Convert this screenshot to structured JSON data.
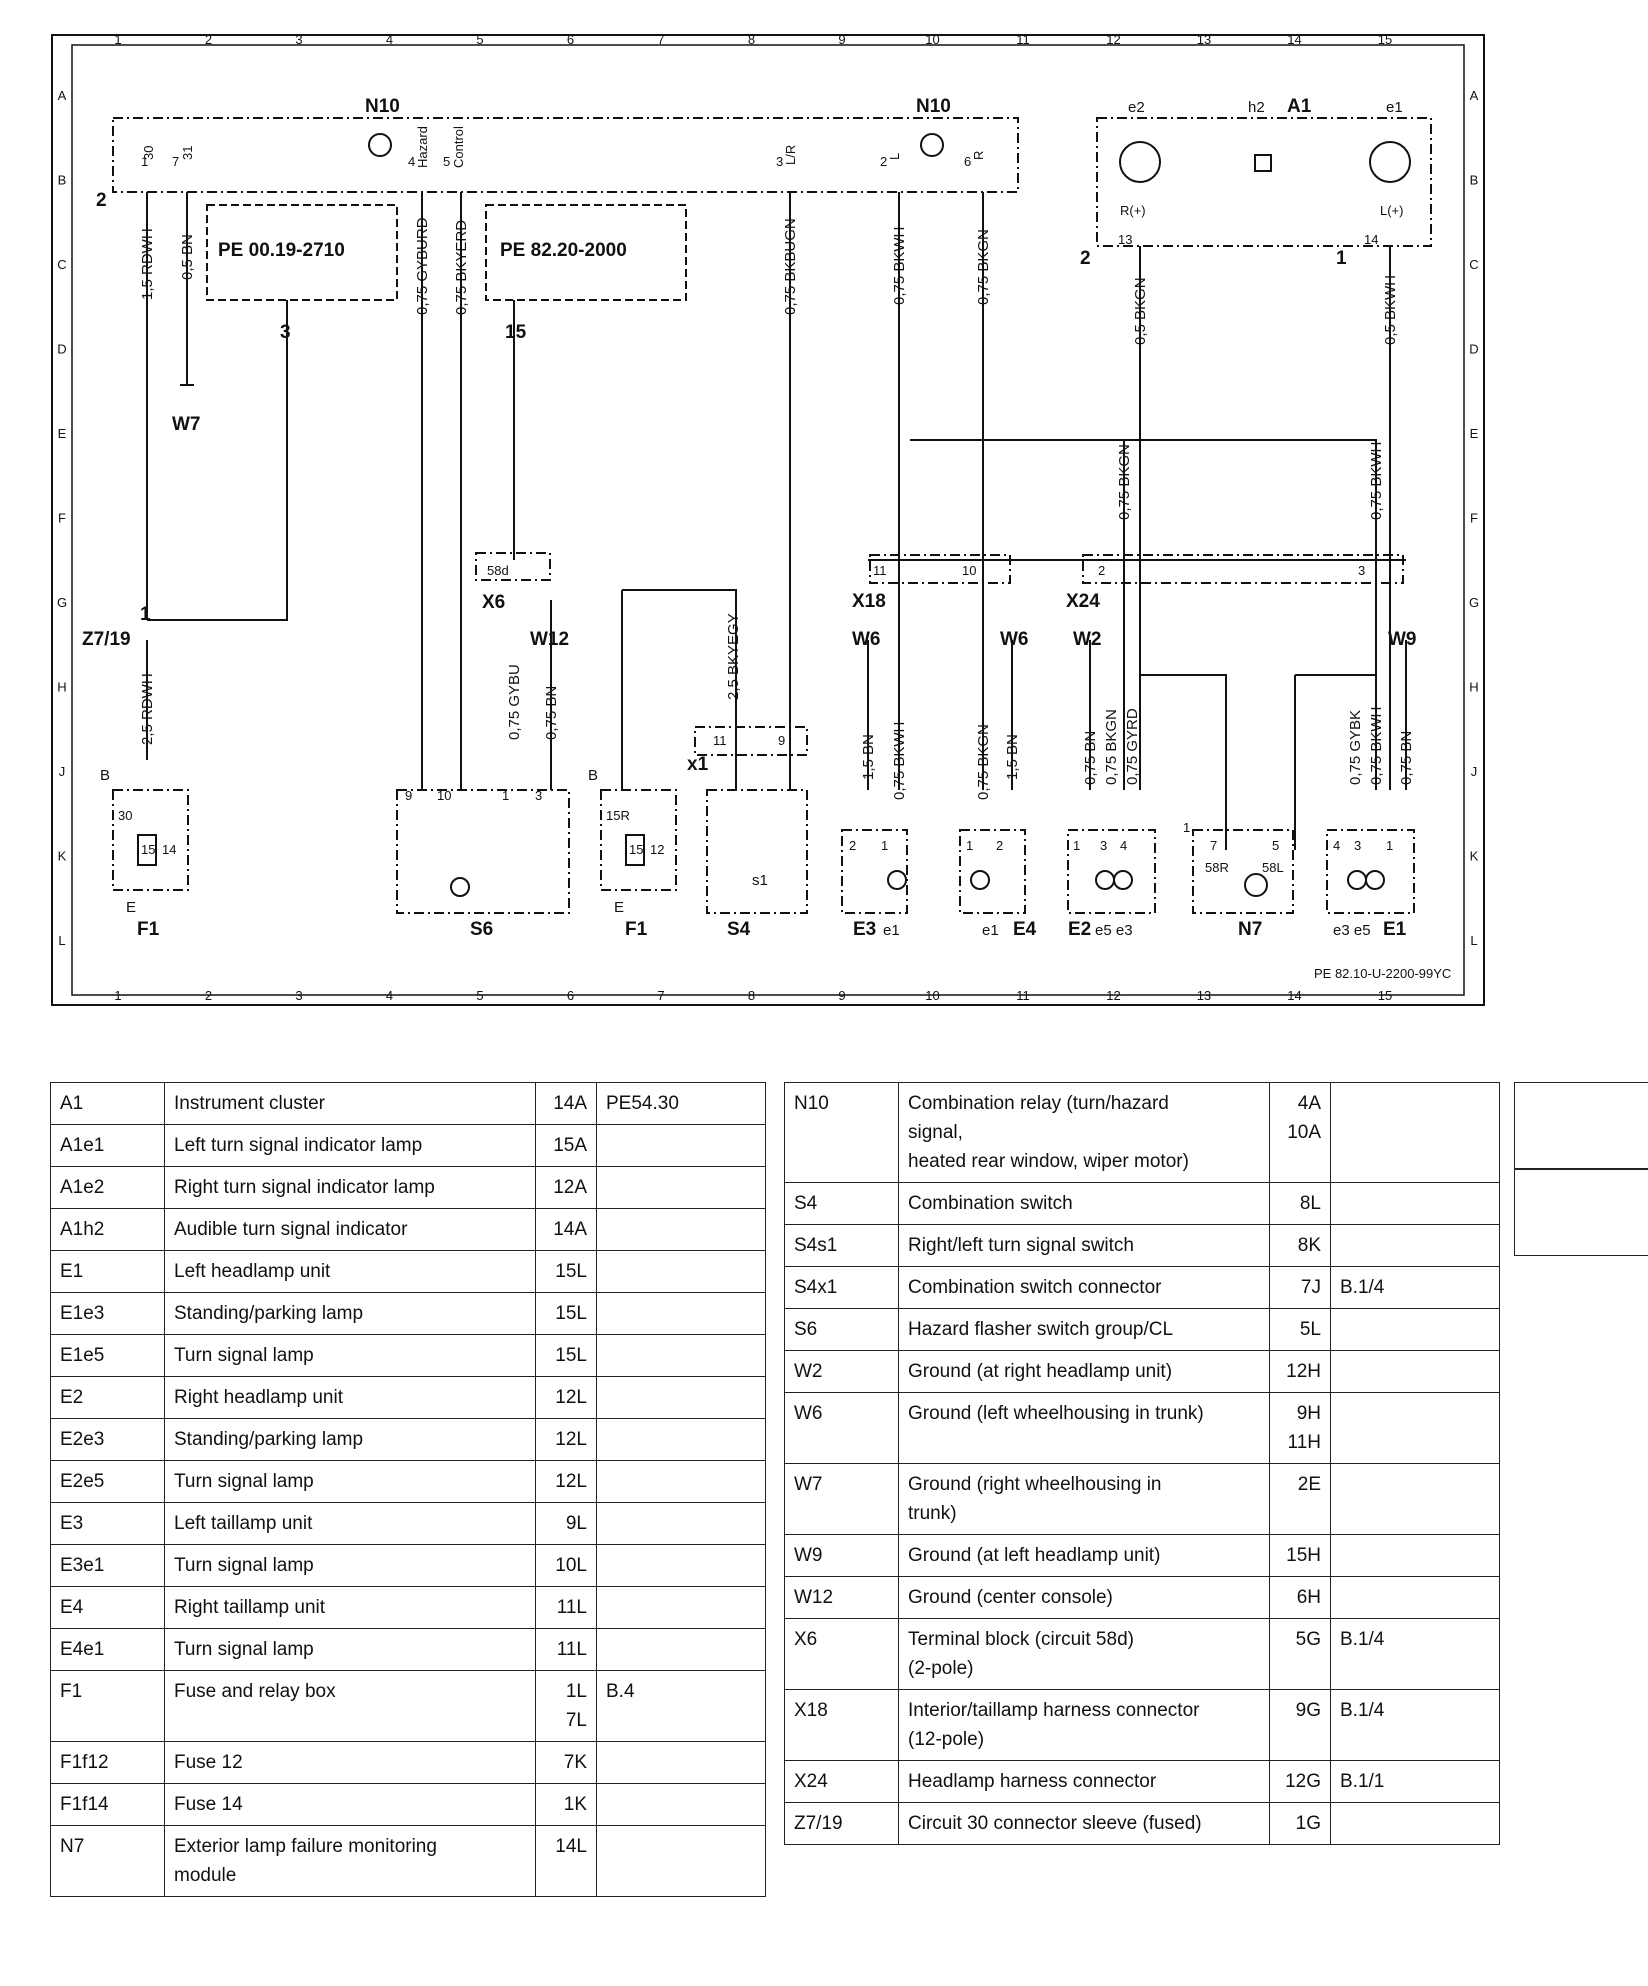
{
  "diagram": {
    "grid_cols": [
      "1",
      "2",
      "3",
      "4",
      "5",
      "6",
      "7",
      "8",
      "9",
      "10",
      "11",
      "12",
      "13",
      "14",
      "15"
    ],
    "grid_rows": [
      "A",
      "B",
      "C",
      "D",
      "E",
      "F",
      "G",
      "H",
      "J",
      "K",
      "L"
    ],
    "footer_code": "PE 82.10-U-2200-99YC",
    "components": {
      "n10_left": "N10",
      "n10_right": "N10",
      "a1": "A1",
      "a1_h2": "h2",
      "a1_e2": "e2",
      "a1_e1": "e1",
      "w7": "W7",
      "z719": "Z7/19",
      "z719_pin": "1",
      "f1_left": "F1",
      "f1_right": "F1",
      "s6": "S6",
      "s4": "S4",
      "x6": "X6",
      "w12": "W12",
      "x18": "X18",
      "x24": "X24",
      "w6_left": "W6",
      "w6_right": "W6",
      "w2": "W2",
      "w9": "W9",
      "x1": "x1",
      "s1": "s1",
      "e3": "E3",
      "e3_e1": "e1",
      "e4": "E4",
      "e4_e1": "e1",
      "e2": "E2",
      "e2_e5e3": "e5 e3",
      "n7": "N7",
      "e1": "E1",
      "e1_e3e5": "e3 e5"
    },
    "refs": {
      "pe1": "PE 00.19-2710",
      "pe1_num": "3",
      "pe2": "PE 82.20-2000",
      "pe2_num": "15"
    },
    "n10_pins": {
      "p30": "30",
      "p31": "31",
      "hazard": "Hazard",
      "control": "Control",
      "lr": "L/R",
      "l": "L",
      "r": "R",
      "n1": "1",
      "n7": "7",
      "n4": "4",
      "n5": "5",
      "n3": "3",
      "n2": "2",
      "n6": "6",
      "conn": "2"
    },
    "a1_pins": {
      "r": "R(+)",
      "l": "L(+)",
      "n13": "13",
      "n14": "14",
      "c2": "2",
      "c1": "1"
    },
    "wires": {
      "w1": "1,5 RDWH",
      "w2": "0,5 BN",
      "w3": "0,75 GYBURD",
      "w4": "0,75 BKYERD",
      "w5": "0,75 BKBUGN",
      "w6": "0,75 BKWH",
      "w7": "0,75 BKGN",
      "w8": "0,5 BKGN",
      "w9": "0,5 BKWH",
      "w10": "2,5 RDWH",
      "w11": "2,5 BKYEGY",
      "w12": "0,75 GYBU",
      "w13": "0,75 BN",
      "w14": "0,75 BKGN",
      "w15": "0,75 BKWH",
      "w16": "1,5 BN",
      "w17": "0,75 BKWH",
      "w18": "0,75 BKGN",
      "w19": "1,5 BN",
      "w20": "0,75 BN",
      "w21": "0,75 BKGN",
      "w22": "0,75 GYRD",
      "w23": "0,75 GYBK",
      "w24": "0,75 BKWH",
      "w25": "0,75 BN"
    },
    "pins": {
      "x18_11": "11",
      "x18_10": "10",
      "x24_2": "2",
      "x24_3": "3",
      "x6_58d": "58d",
      "x1_11": "11",
      "x1_9": "9",
      "f1_b": "B",
      "f1_e": "E",
      "f1_30": "30",
      "f1_15": "15",
      "f1_14": "14",
      "f1_15r": "15R",
      "f1_15b": "15",
      "f1_12": "12",
      "f1r_b": "B",
      "f1r_e": "E",
      "s6_9": "9",
      "s6_10": "10",
      "s6_1": "1",
      "s6_3": "3",
      "e3_2": "2",
      "e3_1": "1",
      "e4_1": "1",
      "e4_2": "2",
      "e2_1": "1",
      "e2_3": "3",
      "e2_4": "4",
      "n7_1": "1",
      "n7_7": "7",
      "n7_5": "5",
      "n7_58r": "58R",
      "n7_58l": "58L",
      "e1_4": "4",
      "e1_3": "3",
      "e1_1": "1"
    }
  },
  "legend_left": [
    {
      "code": "A1",
      "desc": [
        "Instrument cluster"
      ],
      "loc": [
        "14A"
      ],
      "ref": "PE54.30"
    },
    {
      "code": "A1e1",
      "desc": [
        "Left turn signal indicator lamp"
      ],
      "loc": [
        "15A"
      ],
      "ref": ""
    },
    {
      "code": "A1e2",
      "desc": [
        "Right turn signal indicator lamp"
      ],
      "loc": [
        "12A"
      ],
      "ref": ""
    },
    {
      "code": "A1h2",
      "desc": [
        "Audible turn signal indicator"
      ],
      "loc": [
        "14A"
      ],
      "ref": ""
    },
    {
      "code": "E1",
      "desc": [
        "Left headlamp unit"
      ],
      "loc": [
        "15L"
      ],
      "ref": ""
    },
    {
      "code": "E1e3",
      "desc": [
        "Standing/parking lamp"
      ],
      "loc": [
        "15L"
      ],
      "ref": ""
    },
    {
      "code": "E1e5",
      "desc": [
        "Turn signal lamp"
      ],
      "loc": [
        "15L"
      ],
      "ref": ""
    },
    {
      "code": "E2",
      "desc": [
        "Right headlamp unit"
      ],
      "loc": [
        "12L"
      ],
      "ref": ""
    },
    {
      "code": "E2e3",
      "desc": [
        "Standing/parking lamp"
      ],
      "loc": [
        "12L"
      ],
      "ref": ""
    },
    {
      "code": "E2e5",
      "desc": [
        "Turn signal lamp"
      ],
      "loc": [
        "12L"
      ],
      "ref": ""
    },
    {
      "code": "E3",
      "desc": [
        "Left taillamp unit"
      ],
      "loc": [
        "9L"
      ],
      "ref": ""
    },
    {
      "code": "E3e1",
      "desc": [
        "Turn signal lamp"
      ],
      "loc": [
        "10L"
      ],
      "ref": ""
    },
    {
      "code": "E4",
      "desc": [
        "Right taillamp unit"
      ],
      "loc": [
        "11L"
      ],
      "ref": ""
    },
    {
      "code": "E4e1",
      "desc": [
        "Turn signal lamp"
      ],
      "loc": [
        "11L"
      ],
      "ref": ""
    },
    {
      "code": "F1",
      "desc": [
        "Fuse and relay box"
      ],
      "loc": [
        "1L",
        "7L"
      ],
      "ref": "B.4"
    },
    {
      "code": "F1f12",
      "desc": [
        "Fuse 12"
      ],
      "loc": [
        "7K"
      ],
      "ref": ""
    },
    {
      "code": "F1f14",
      "desc": [
        "Fuse 14"
      ],
      "loc": [
        "1K"
      ],
      "ref": ""
    },
    {
      "code": "N7",
      "desc": [
        "Exterior lamp failure monitoring",
        "module"
      ],
      "loc": [
        "14L"
      ],
      "ref": ""
    }
  ],
  "legend_right": [
    {
      "code": "N10",
      "desc": [
        "Combination relay (turn/hazard",
        "signal,",
        "heated rear window, wiper motor)"
      ],
      "loc": [
        "4A",
        "10A"
      ],
      "ref": ""
    },
    {
      "code": "S4",
      "desc": [
        "Combination switch"
      ],
      "loc": [
        "8L"
      ],
      "ref": ""
    },
    {
      "code": "S4s1",
      "desc": [
        "Right/left turn signal switch"
      ],
      "loc": [
        "8K"
      ],
      "ref": ""
    },
    {
      "code": "S4x1",
      "desc": [
        "Combination switch connector"
      ],
      "loc": [
        "7J"
      ],
      "ref": "B.1/4"
    },
    {
      "code": "S6",
      "desc": [
        "Hazard flasher switch group/CL"
      ],
      "loc": [
        "5L"
      ],
      "ref": ""
    },
    {
      "code": "W2",
      "desc": [
        "Ground (at right headlamp unit)"
      ],
      "loc": [
        "12H"
      ],
      "ref": ""
    },
    {
      "code": "W6",
      "desc": [
        "Ground (left wheelhousing in trunk)"
      ],
      "loc": [
        "9H",
        "11H"
      ],
      "ref": ""
    },
    {
      "code": "W7",
      "desc": [
        "Ground (right wheelhousing in",
        "trunk)"
      ],
      "loc": [
        "2E"
      ],
      "ref": ""
    },
    {
      "code": "W9",
      "desc": [
        "Ground (at left headlamp unit)"
      ],
      "loc": [
        "15H"
      ],
      "ref": ""
    },
    {
      "code": "W12",
      "desc": [
        "Ground (center console)"
      ],
      "loc": [
        "6H"
      ],
      "ref": ""
    },
    {
      "code": "X6",
      "desc": [
        "Terminal block (circuit 58d)",
        "(2-pole)"
      ],
      "loc": [
        "5G"
      ],
      "ref": "B.1/4"
    },
    {
      "code": "X18",
      "desc": [
        "Interior/taillamp harness connector",
        "(12-pole)"
      ],
      "loc": [
        "9G"
      ],
      "ref": "B.1/4"
    },
    {
      "code": "X24",
      "desc": [
        "Headlamp harness connector"
      ],
      "loc": [
        "12G"
      ],
      "ref": "B.1/1"
    },
    {
      "code": "Z7/19",
      "desc": [
        "Circuit 30 connector sleeve (fused)"
      ],
      "loc": [
        "1G"
      ],
      "ref": ""
    }
  ]
}
